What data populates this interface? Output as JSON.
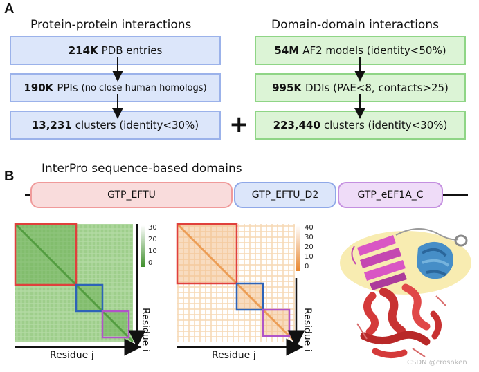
{
  "panel_a": {
    "letter": "A",
    "left": {
      "title": "Protein-protein interactions",
      "boxes": [
        {
          "bold": "214K",
          "text": "PDB entries",
          "small": ""
        },
        {
          "bold": "190K",
          "text": "PPIs",
          "small": "(no close human homologs)"
        },
        {
          "bold": "13,231",
          "text": "clusters (identity<30%)",
          "small": ""
        }
      ]
    },
    "plus": "+",
    "right": {
      "title": "Domain-domain interactions",
      "boxes": [
        {
          "bold": "54M",
          "text": "AF2 models (identity<50%)",
          "small": ""
        },
        {
          "bold": "995K",
          "text": "DDIs (PAE<8, contacts>25)",
          "small": ""
        },
        {
          "bold": "223,440",
          "text": "clusters (identity<30%)",
          "small": ""
        }
      ]
    }
  },
  "panel_b": {
    "letter": "B",
    "title": "InterPro sequence-based domains",
    "domains": [
      "GTP_EFTU",
      "GTP_EFTU_D2",
      "GTP_eEF1A_C"
    ],
    "left_map": {
      "colorbar_ticks": [
        "30",
        "20",
        "10",
        "0"
      ],
      "xlabel": "Residue j",
      "ylabel": "Residue i"
    },
    "right_map": {
      "colorbar_ticks": [
        "40",
        "30",
        "20",
        "10",
        "0"
      ],
      "xlabel": "Residue j",
      "ylabel": "Residue i"
    },
    "colors": {
      "domain1": "#f28b8b",
      "domain2": "#4a82c8",
      "domain3": "#c67ad6",
      "green": "#5fa84a",
      "orange": "#e8a25a"
    }
  },
  "watermark": "CSDN @crosnken"
}
